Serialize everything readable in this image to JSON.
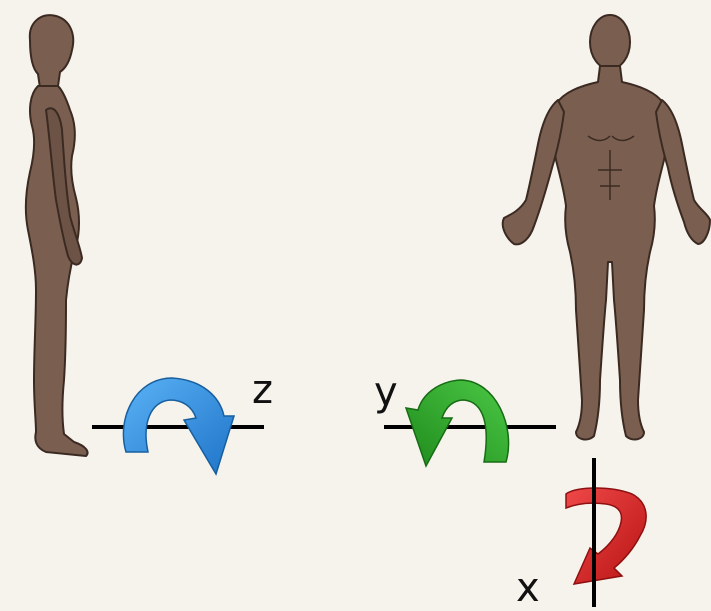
{
  "figures": [
    {
      "name": "side-view-figure",
      "view": "side"
    },
    {
      "name": "front-view-figure",
      "view": "front"
    }
  ],
  "axes": [
    {
      "label": "z",
      "arrow_color": "#2f8fe0",
      "rotation": "clockwise"
    },
    {
      "label": "y",
      "arrow_color": "#2da52a",
      "rotation": "counterclockwise"
    },
    {
      "label": "x",
      "arrow_color": "#e02020",
      "rotation": "clockwise"
    }
  ],
  "colors": {
    "background": "#f6f3ec",
    "skin": "#7a5f50",
    "outline": "#3b2a22",
    "axis_line": "#000000"
  }
}
